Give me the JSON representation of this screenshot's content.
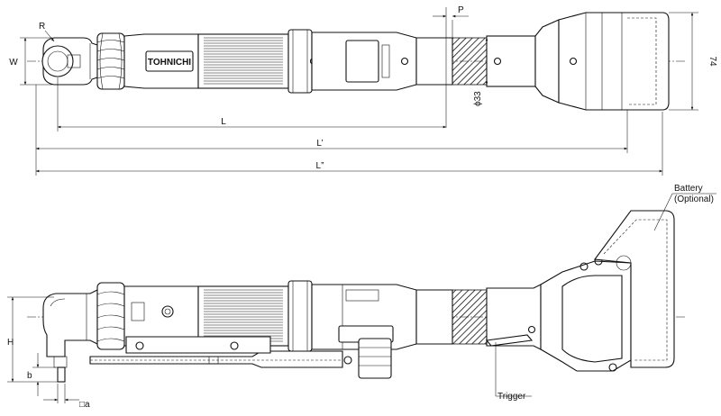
{
  "dimensions": {
    "radius": "R",
    "width": "W",
    "length": "L",
    "length_prime": "L’",
    "length_double_prime": "L”",
    "offset": "P",
    "diameter": "ϕ33",
    "battery_height": "74",
    "height": "H",
    "square_offset": "b",
    "square_drive": "□a"
  },
  "labels": {
    "brand": "TOHNICHI",
    "battery_line1": "Battery",
    "battery_line2": "(Optional)",
    "trigger": "Trigger"
  }
}
